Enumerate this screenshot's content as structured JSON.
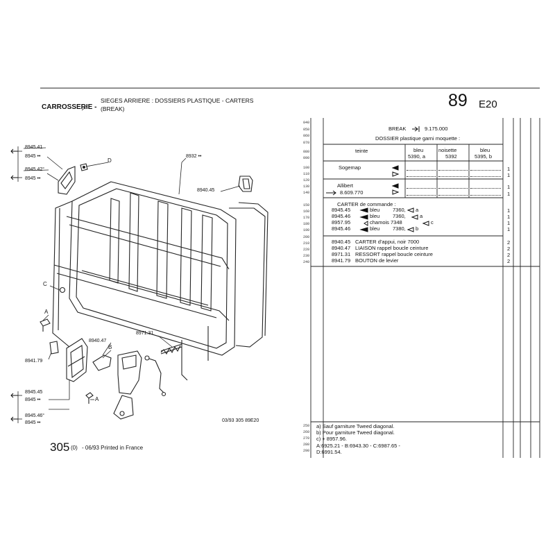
{
  "header": {
    "section": "CARROSSERIE -",
    "title_line1": "SIEGES ARRIERE : DOSSIERS PLASTIQUE - CARTERS",
    "title_line2": "(BREAK)",
    "group_number": "89",
    "group_code": "E20"
  },
  "row_numbers": [
    "040",
    "050",
    "060",
    "070",
    "080",
    "090",
    "100",
    "110",
    "120",
    "130",
    "140",
    "150",
    "160",
    "170",
    "180",
    "190",
    "200",
    "210",
    "220",
    "230",
    "240",
    "250",
    "260",
    "270",
    "280",
    "290"
  ],
  "table": {
    "break_label": "BREAK",
    "break_value": "9.175.000",
    "dossier_title": "DOSSIER plastique garni moquette :",
    "teinte_label": "teinte",
    "colors": [
      {
        "name": "bleu",
        "code": "5390, a"
      },
      {
        "name": "noisette",
        "code": "5392"
      },
      {
        "name": "bleu",
        "code": "5395, b"
      }
    ],
    "rows": [
      {
        "name": "Sogemap",
        "qty_top": "1",
        "qty_bottom": "1"
      },
      {
        "name": "Allibert",
        "ref": "8.609.770",
        "qty_top": "1",
        "qty_bottom": "1"
      }
    ],
    "carter_title": "CARTER de commande :",
    "carter_items": [
      {
        "ref": "8945.45",
        "desc": "bleu",
        "num": "7360,",
        "flag": "a",
        "qty": "1"
      },
      {
        "ref": "8945.46",
        "desc": "bleu",
        "num": "7360,",
        "flag": "a",
        "qty": "1"
      },
      {
        "ref": "8957.95",
        "desc": "chamois 7348",
        "num": "",
        "flag": "c",
        "qty": "1"
      },
      {
        "ref": "8945.46",
        "desc": "bleu",
        "num": "7380,",
        "flag": "b",
        "qty": "1"
      }
    ],
    "parts": [
      {
        "ref": "8940.45",
        "desc": "CARTER d'appui, noir 7000",
        "qty": "2"
      },
      {
        "ref": "8940.47",
        "desc": "LIAISON rappel boucle ceinture",
        "qty": "2"
      },
      {
        "ref": "8971.31",
        "desc": "RESSORT rappel boucle ceinture",
        "qty": "2"
      },
      {
        "ref": "8941.79",
        "desc": "BOUTON de levier",
        "qty": "2"
      }
    ]
  },
  "footnotes": [
    "a) Sauf garniture Tweed diagonal.",
    "b) Pour garniture Tweed diagonal.",
    "c)  +  8957.96.",
    "A:6925.21 - B:6943.30 - C:6987.65 -",
    "D:6991.54."
  ],
  "diagram": {
    "labels": {
      "ref_8945_41": "8945.41",
      "ref_8945_a": "8945 ••",
      "ref_8945_42": "8945.42°",
      "ref_8945_b": "8945 ••",
      "D": "D",
      "C": "C",
      "A1": "A",
      "A2": "A",
      "B": "B",
      "ref_8932": "8932 ••",
      "ref_8940_45": "8940.45",
      "ref_8971_31": "8971.31",
      "ref_8940_47": "8940.47",
      "ref_8941_79": "8941.79",
      "ref_8945_45": "8945.45",
      "ref_8945_c": "8945 ••",
      "ref_8945_46": "8945.46°",
      "ref_8945_d": "8945 ••"
    },
    "caption": "03/93  305  89E20"
  },
  "footer": {
    "page_num": "305",
    "page_suffix": "(0)",
    "printed": "- 06/93 Printed in France"
  }
}
